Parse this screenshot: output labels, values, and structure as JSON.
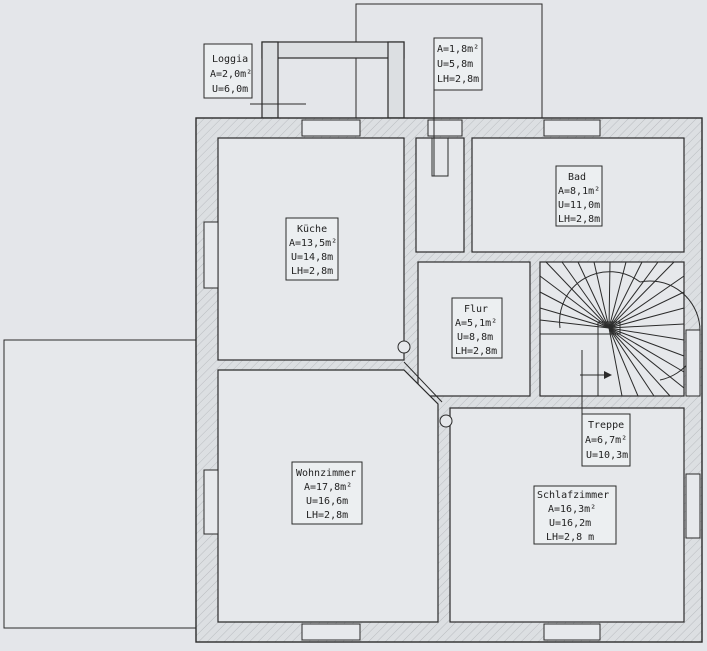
{
  "rooms": {
    "loggia": {
      "name": "Loggia",
      "area": "A=2,0m²",
      "perimeter": "U=6,0m"
    },
    "small_room": {
      "area": "A=1,8m²",
      "perimeter": "U=5,8m",
      "height": "LH=2,8m"
    },
    "kueche": {
      "name": "Küche",
      "area": "A=13,5m²",
      "perimeter": "U=14,8m",
      "height": "LH=2,8m"
    },
    "bad": {
      "name": "Bad",
      "area": "A=8,1m²",
      "perimeter": "U=11,0m",
      "height": "LH=2,8m"
    },
    "flur": {
      "name": "Flur",
      "area": "A=5,1m²",
      "perimeter": "U=8,8m",
      "height": "LH=2,8m"
    },
    "treppe": {
      "name": "Treppe",
      "area": "A=6,7m²",
      "perimeter": "U=10,3m"
    },
    "wohnzimmer": {
      "name": "Wohnzimmer",
      "area": "A=17,8m²",
      "perimeter": "U=16,6m",
      "height": "LH=2,8m"
    },
    "schlafzimmer": {
      "name": "Schlafzimmer",
      "area": "A=16,3m²",
      "perimeter": "U=16,2m",
      "height": "LH=2,8 m"
    }
  }
}
